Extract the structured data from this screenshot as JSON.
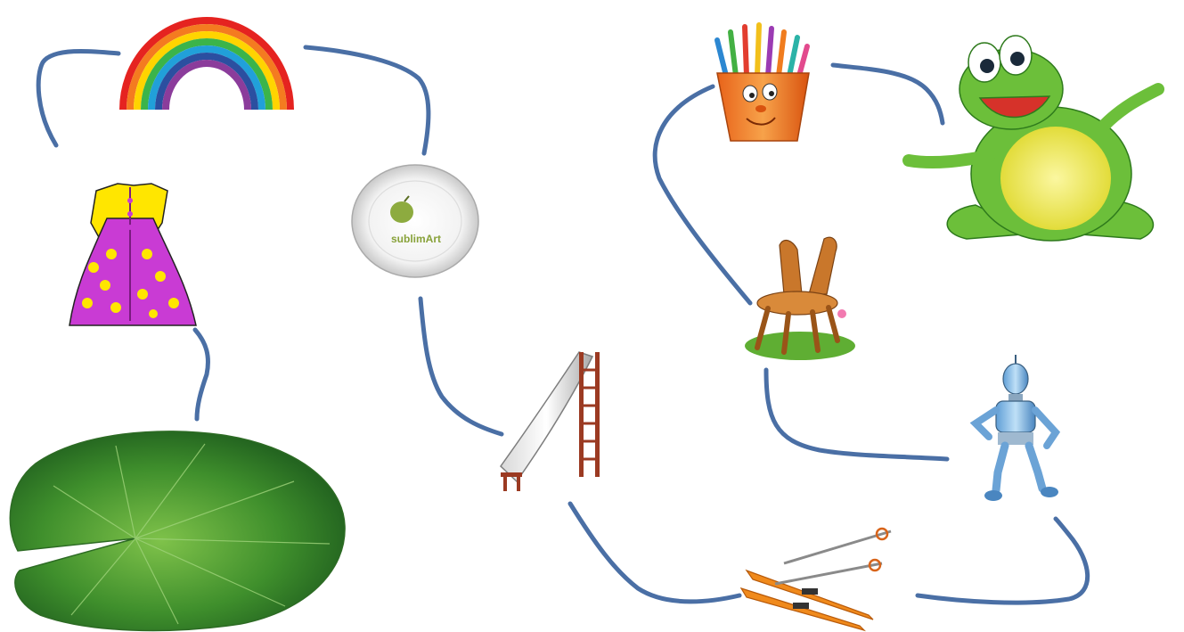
{
  "picture_nodes": [
    {
      "id": "rainbow",
      "icon": "rainbow-icon"
    },
    {
      "id": "plate",
      "icon": "plate-icon",
      "logo_text": "sublimArt"
    },
    {
      "id": "dress",
      "icon": "dress-icon"
    },
    {
      "id": "lily-pad",
      "icon": "lily-pad-icon"
    },
    {
      "id": "slide",
      "icon": "slide-icon"
    },
    {
      "id": "skis",
      "icon": "skis-icon"
    },
    {
      "id": "robot",
      "icon": "robot-icon"
    },
    {
      "id": "chair",
      "icon": "chair-icon"
    },
    {
      "id": "pencil-cup",
      "icon": "pencil-cup-icon"
    },
    {
      "id": "frog",
      "icon": "frog-icon"
    }
  ],
  "connections": [
    [
      "dress",
      "rainbow"
    ],
    [
      "rainbow",
      "plate"
    ],
    [
      "dress",
      "lily-pad"
    ],
    [
      "plate",
      "slide"
    ],
    [
      "slide",
      "skis"
    ],
    [
      "skis",
      "robot"
    ],
    [
      "robot",
      "chair"
    ],
    [
      "chair",
      "pencil-cup"
    ],
    [
      "pencil-cup",
      "frog"
    ]
  ],
  "colors": {
    "connector": "#4a6fa5",
    "background": "#ffffff"
  }
}
